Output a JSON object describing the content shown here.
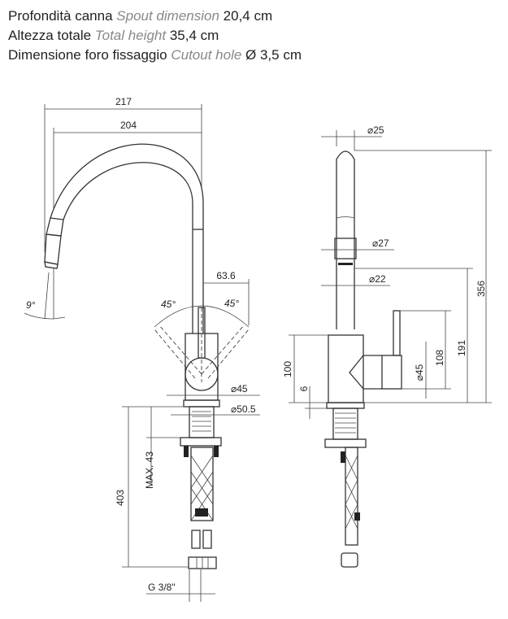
{
  "specs": [
    {
      "it": "Profondità canna",
      "en": "Spout dimension",
      "val": "20,4 cm"
    },
    {
      "it": "Altezza totale",
      "en": "Total height",
      "val": "35,4 cm"
    },
    {
      "it": "Dimensione foro fissaggio",
      "en": "Cutout hole",
      "val": "Ø 3,5 cm"
    }
  ],
  "front": {
    "d217": "217",
    "d204": "204",
    "d63": "63.6",
    "a45l": "45°",
    "a45r": "45°",
    "a9": "9°",
    "d45": "⌀45",
    "d50": "⌀50.5",
    "d403": "403",
    "max43": "MAX. 43",
    "g38": "G 3/8\""
  },
  "side": {
    "d25": "⌀25",
    "d27": "⌀27",
    "d22": "⌀22",
    "d356": "356",
    "d191": "191",
    "d108": "108",
    "d45": "⌀45",
    "d100": "100",
    "d6": "6"
  }
}
